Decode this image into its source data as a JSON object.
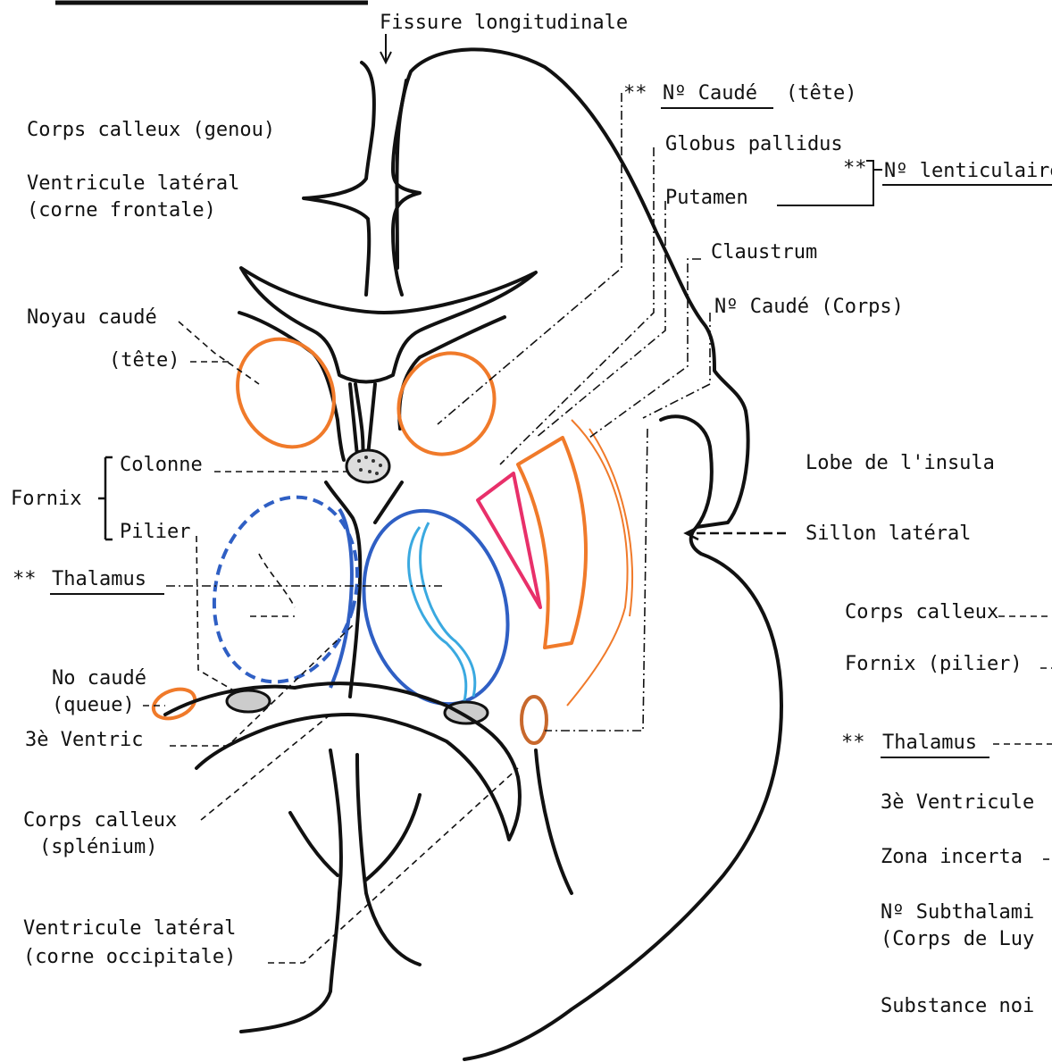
{
  "labels": {
    "fissure": "Fissure longitudinale",
    "cc_genou": "Corps calleux (genou)",
    "vl_frontale_1": "Ventricule latéral",
    "vl_frontale_2": "(corne frontale)",
    "noyau_caude": "Noyau caudé",
    "tete": "(tête)",
    "fornix": "Fornix",
    "colonne": "Colonne",
    "pilier": "Pilier",
    "thalamus_left_stars": "**",
    "thalamus_left": "Thalamus",
    "no_caude_queue_1": "No caudé",
    "no_caude_queue_2": "(queue)",
    "troisieme_ventric": "3è Ventric",
    "cc_splenium_1": "Corps calleux",
    "cc_splenium_2": "(splénium)",
    "vl_occipitale_1": "Ventricule latéral",
    "vl_occipitale_2": "(corne occipitale)",
    "caude_tete_stars": "**",
    "caude_tete": "Nº Caudé",
    "caude_tete_suffix": "(tête)",
    "globus_pallidus": "Globus pallidus",
    "lenticulaire_stars": "**",
    "lenticulaire": "Nº lenticulaire",
    "putamen": "Putamen",
    "claustrum": "Claustrum",
    "caude_corps": "Nº Caudé (Corps)",
    "lobe_insula": "Lobe de l'insula",
    "sillon_lateral": "Sillon latéral",
    "cc_right": "Corps calleux",
    "fornix_pilier_right": "Fornix (pilier)",
    "thalamus_right_stars": "**",
    "thalamus_right": "Thalamus",
    "troisieme_ventricule_right": "3è Ventricule",
    "zona_incerta": "Zona incerta",
    "subthalami_1": "Nº Subthalami",
    "subthalami_2": "(Corps de Luy",
    "substance_noi": "Substance noi"
  },
  "colors": {
    "outline": "#111111",
    "orange": "#f07a2a",
    "blue": "#2f5fc4",
    "light_blue": "#3aa9e0",
    "magenta": "#e8306a",
    "brown": "#c8682c"
  }
}
